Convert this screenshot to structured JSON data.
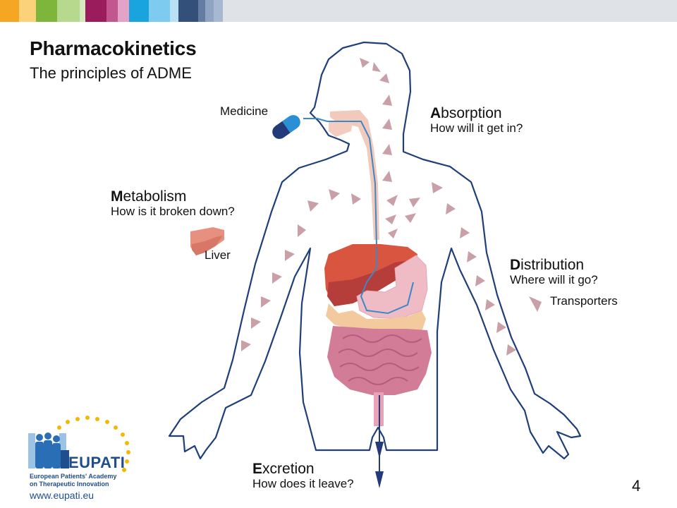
{
  "header": {
    "title": "Pharmacokinetics",
    "subtitle": "The principles of ADME",
    "bar_colors": [
      "#f5a623",
      "#fbd27a",
      "#7db63a",
      "#b6d98e",
      "#d6e8bd",
      "#9b1c5c",
      "#c2568f",
      "#e3a3c6",
      "#1aa4dd",
      "#7dcbee",
      "#b8e1f5",
      "#33507a",
      "#647ca2",
      "#8ea4c2",
      "#a6b9d1",
      "#dfe3e8"
    ]
  },
  "labels": {
    "medicine": "Medicine",
    "absorption": {
      "initial": "A",
      "rest": "bsorption",
      "question": "How will it get in?"
    },
    "metabolism": {
      "initial": "M",
      "rest": "etabolism",
      "question": "How is it broken down?"
    },
    "distribution": {
      "initial": "D",
      "rest": "istribution",
      "question": "Where will it go?"
    },
    "excretion": {
      "initial": "E",
      "rest": "xcretion",
      "question": "How does it leave?"
    },
    "liver": "Liver",
    "transporters": "Transporters"
  },
  "logo": {
    "name": "EUPATI",
    "tagline_line1": "European Patients' Academy",
    "tagline_line2": "on Therapeutic Innovation",
    "url": "www.eupati.eu"
  },
  "page_number": "4",
  "colors": {
    "body_outline": "#1f3f7a",
    "arrow": "#c9a0a8",
    "liver": "#d9553f",
    "liver_dark": "#b63e3a",
    "stomach": "#efbcc6",
    "intestine": "#d27c97",
    "colon": "#f3c99e",
    "esophagus": "#f0c4b5",
    "tube": "#3c88c6",
    "pill_dark": "#243b7a",
    "pill_light": "#2b8fd6"
  }
}
